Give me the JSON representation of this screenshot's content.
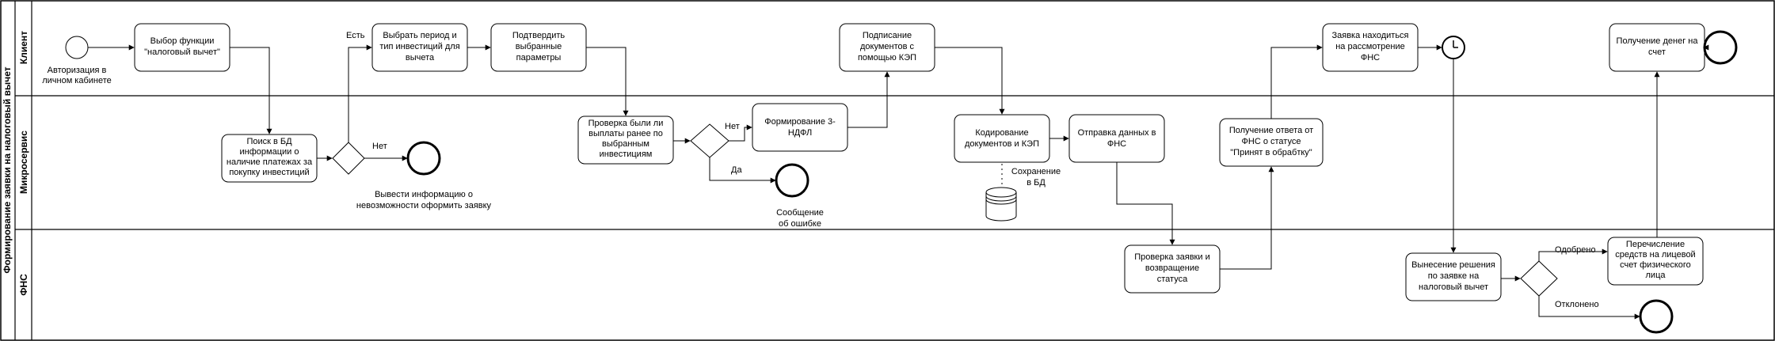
{
  "pool": {
    "title": "Формирование заявки на налоговый вычет"
  },
  "lanes": [
    {
      "id": "client",
      "title": "Клиент"
    },
    {
      "id": "micro",
      "title": "Микросервис"
    },
    {
      "id": "fns",
      "title": "ФНС"
    }
  ],
  "tasks": {
    "choose_function": [
      "Выбор функции",
      "\"налоговый вычет\""
    ],
    "choose_period": [
      "Выбрать период и",
      "тип инвестиций для",
      "вычета"
    ],
    "confirm_params": [
      "Подтвердить",
      "выбранные",
      "параметры"
    ],
    "sign_docs": [
      "Подписание",
      "документов с",
      "помощью КЭП"
    ],
    "request_review": [
      "Заявка находиться",
      "на рассмотрение",
      "ФНС"
    ],
    "receive_money": [
      "Получение денег на",
      "счет"
    ],
    "search_db": [
      "Поиск в БД",
      "информации о",
      "наличие платежах за",
      "покупку инвестиций"
    ],
    "check_payments": [
      "Проверка были ли",
      "выплаты ранее по",
      "выбранным",
      "инвестициям"
    ],
    "form_ndfl": [
      "Формирование 3-",
      "НДФЛ"
    ],
    "encode_docs": [
      "Кодирование",
      "документов и КЭП"
    ],
    "send_data": [
      "Отправка данных в",
      "ФНС"
    ],
    "receive_status": [
      "Получение ответа от",
      "ФНС о статусе",
      "\"Принят в обрабтку\""
    ],
    "check_request": [
      "Проверка заявки и",
      "возвращение",
      "статуса"
    ],
    "decision": [
      "Вынесение решения",
      "по заявке на",
      "налоговый вычет"
    ],
    "transfer_funds": [
      "Перечисление",
      "средств на лицевой",
      "счет физического",
      "лица"
    ]
  },
  "labels": {
    "start_event": [
      "Авторизация в",
      "личном кабинете"
    ],
    "yes": "Есть",
    "no": "Нет",
    "no2": "Нет",
    "yes2": "Да",
    "impossible_end": [
      "Вывести информацию о",
      "невозможности оформить заявку"
    ],
    "error_end": [
      "Сообщение",
      "об ошибке"
    ],
    "save_db": [
      "Сохранение",
      "в БД"
    ],
    "approved": "Одобрено",
    "rejected": "Отклонено"
  }
}
